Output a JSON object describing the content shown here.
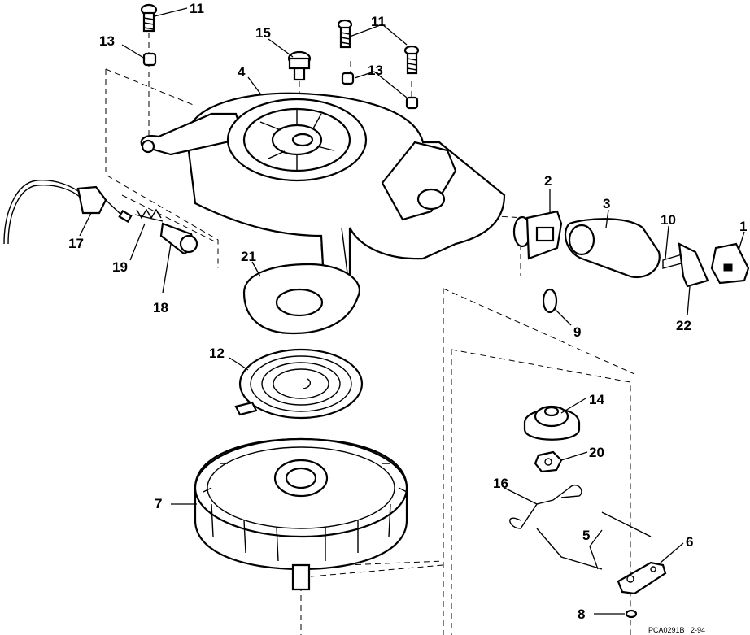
{
  "figure_code": "PCA0291B   2-94",
  "callouts": [
    {
      "id": "c11a",
      "text": "11"
    },
    {
      "id": "c11b",
      "text": "11"
    },
    {
      "id": "c13a",
      "text": "13"
    },
    {
      "id": "c13b",
      "text": "13"
    },
    {
      "id": "c15",
      "text": "15"
    },
    {
      "id": "c4",
      "text": "4"
    },
    {
      "id": "c2",
      "text": "2"
    },
    {
      "id": "c3",
      "text": "3"
    },
    {
      "id": "c10",
      "text": "10"
    },
    {
      "id": "c1",
      "text": "1"
    },
    {
      "id": "c17",
      "text": "17"
    },
    {
      "id": "c19",
      "text": "19"
    },
    {
      "id": "c18",
      "text": "18"
    },
    {
      "id": "c21",
      "text": "21"
    },
    {
      "id": "c9",
      "text": "9"
    },
    {
      "id": "c22",
      "text": "22"
    },
    {
      "id": "c12",
      "text": "12"
    },
    {
      "id": "c14",
      "text": "14"
    },
    {
      "id": "c20",
      "text": "20"
    },
    {
      "id": "c7",
      "text": "7"
    },
    {
      "id": "c16",
      "text": "16"
    },
    {
      "id": "c5",
      "text": "5"
    },
    {
      "id": "c6",
      "text": "6"
    },
    {
      "id": "c8",
      "text": "8"
    }
  ]
}
